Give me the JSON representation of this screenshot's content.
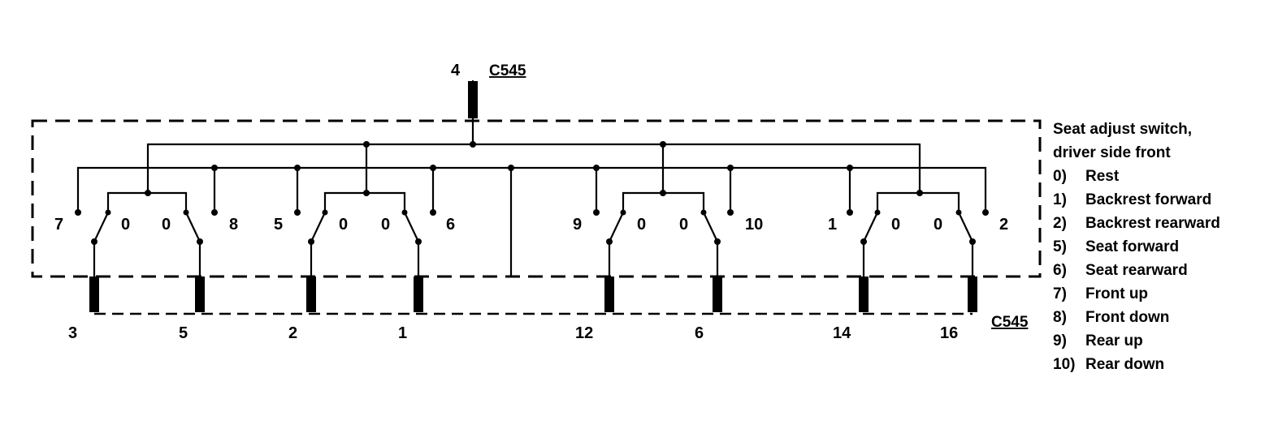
{
  "connector_top": {
    "pin": "4",
    "name": "C545"
  },
  "connector_bottom": {
    "name": "C545"
  },
  "switches": [
    {
      "left_contact": "7",
      "right_contact": "8",
      "left_rest": "0",
      "right_rest": "0"
    },
    {
      "left_contact": "5",
      "right_contact": "6",
      "left_rest": "0",
      "right_rest": "0"
    },
    {
      "left_contact": "9",
      "right_contact": "10",
      "left_rest": "0",
      "right_rest": "0"
    },
    {
      "left_contact": "1",
      "right_contact": "2",
      "left_rest": "0",
      "right_rest": "0"
    }
  ],
  "bottom_pins": [
    "3",
    "5",
    "2",
    "1",
    "12",
    "6",
    "14",
    "16"
  ],
  "legend": {
    "title_line1": "Seat adjust switch,",
    "title_line2": "driver side front",
    "items": [
      {
        "num": "0)",
        "label": "Rest"
      },
      {
        "num": "1)",
        "label": "Backrest forward"
      },
      {
        "num": "2)",
        "label": "Backrest rearward"
      },
      {
        "num": "5)",
        "label": "Seat forward"
      },
      {
        "num": "6)",
        "label": "Seat rearward"
      },
      {
        "num": "7)",
        "label": "Front up"
      },
      {
        "num": "8)",
        "label": "Front down"
      },
      {
        "num": "9)",
        "label": "Rear up"
      },
      {
        "num": "10)",
        "label": "Rear down"
      }
    ]
  }
}
